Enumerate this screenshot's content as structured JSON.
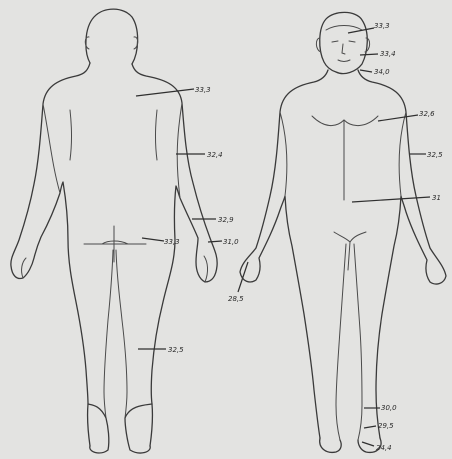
{
  "figure": {
    "back_view_labels": [
      "33,3",
      "32,4",
      "32,9",
      "33,3",
      "31,0",
      "28,5",
      "32,5"
    ],
    "front_view_labels": [
      "33,3",
      "33,4",
      "34,0",
      "32,6",
      "32,5",
      "31",
      "30,0",
      "29,5",
      "24,4"
    ]
  },
  "colors": {
    "paper": "#e3e3e1",
    "ink": "#3a3a3a"
  }
}
